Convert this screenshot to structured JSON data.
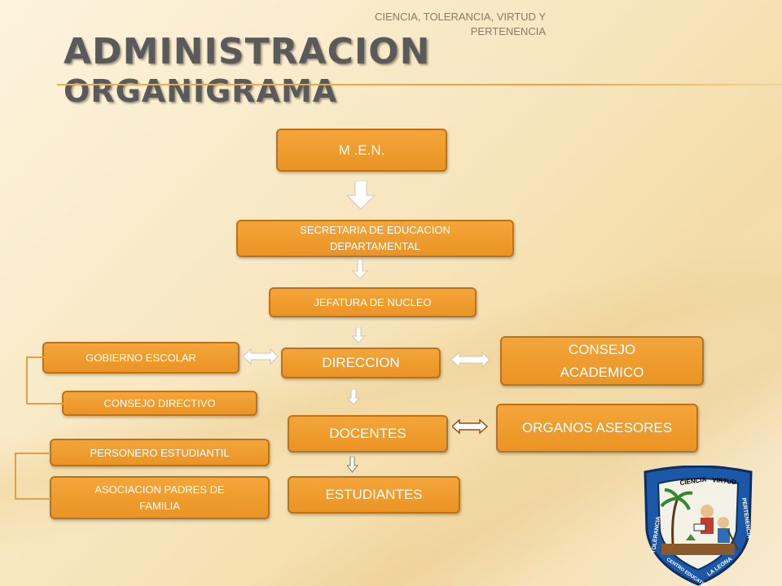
{
  "header": {
    "caption": "CIENCIA, TOLERANCIA, VIRTUD Y PERTENENCIA",
    "title_line1": "ADMINISTRACION",
    "title_line2": "ORGANIGRAMA"
  },
  "nodes": {
    "men": "M .E.N.",
    "secretaria": "SECRETARIA  DE  EDUCACION DEPARTAMENTAL",
    "jefatura": "JEFATURA  DE  NUCLEO",
    "direccion": "DIRECCION",
    "consejo_academico": "CONSEJO ACADEMICO",
    "docentes": "DOCENTES",
    "organos_asesores": "ORGANOS ASESORES",
    "estudiantes": "ESTUDIANTES",
    "gobierno_escolar": "GOBIERNO  ESCOLAR",
    "consejo_directivo": "CONSEJO  DIRECTIVO",
    "personero": "PERSONERO ESTUDIANTIL",
    "asociacion": "ASOCIACION PADRES DE FAMILIA"
  },
  "emblem": {
    "text_top_left": "CIENCIA",
    "text_top_right": "VIRTUD",
    "text_left": "TOLERANCIA",
    "text_right": "PERTENENCIA",
    "text_bottom_left": "CENTRO EDUCATIVO",
    "text_bottom_right": "LA LEONA"
  },
  "colors": {
    "box_fill": "#ef9c2c",
    "box_border": "#b8731e",
    "box_text": "#ffffff",
    "title": "#5a5a5a",
    "accent_line": "#e6a63a"
  }
}
